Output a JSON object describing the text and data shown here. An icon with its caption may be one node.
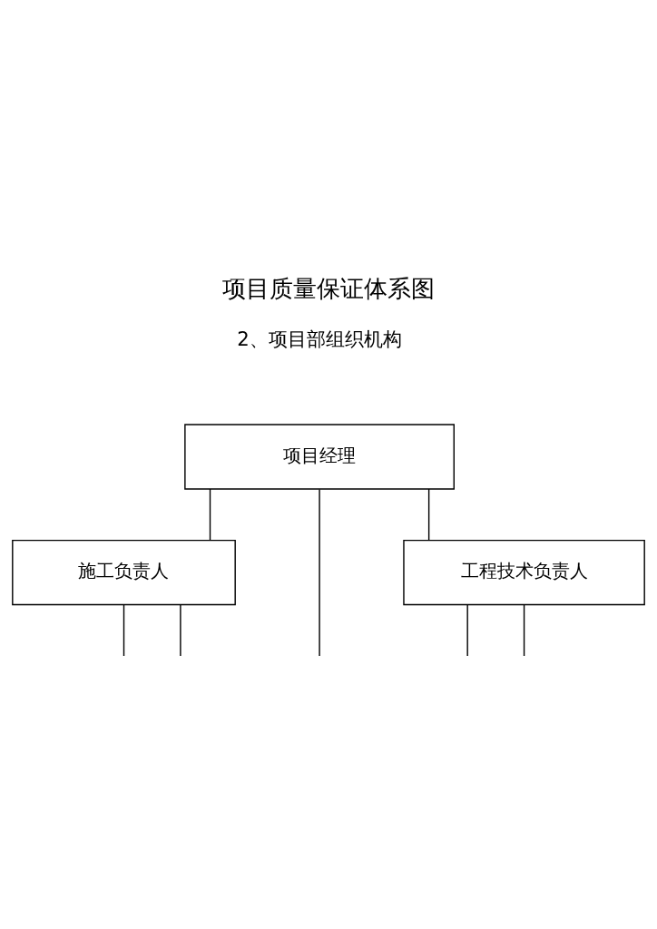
{
  "diagram": {
    "title": "项目质量保证体系图",
    "nodes": [
      {
        "text": [
          "项目经理"
        ]
      },
      {
        "text": [
          "施工负责人"
        ]
      },
      {
        "text": [
          "工程技术负责人"
        ]
      }
    ],
    "edges": [
      {
        "from": 0,
        "to": 1,
        "arrow": "none"
      },
      {
        "from": 0,
        "to": 2,
        "arrow": "none"
      },
      {
        "from": 1,
        "to": null,
        "arrow": "none"
      },
      {
        "from": 1,
        "to": null,
        "arrow": "none"
      },
      {
        "from": 0,
        "to": null,
        "arrow": "none"
      },
      {
        "from": 2,
        "to": null,
        "arrow": "none"
      },
      {
        "from": 2,
        "to": null,
        "arrow": "none"
      }
    ],
    "labels": [
      "2、项目部组织机构"
    ]
  }
}
